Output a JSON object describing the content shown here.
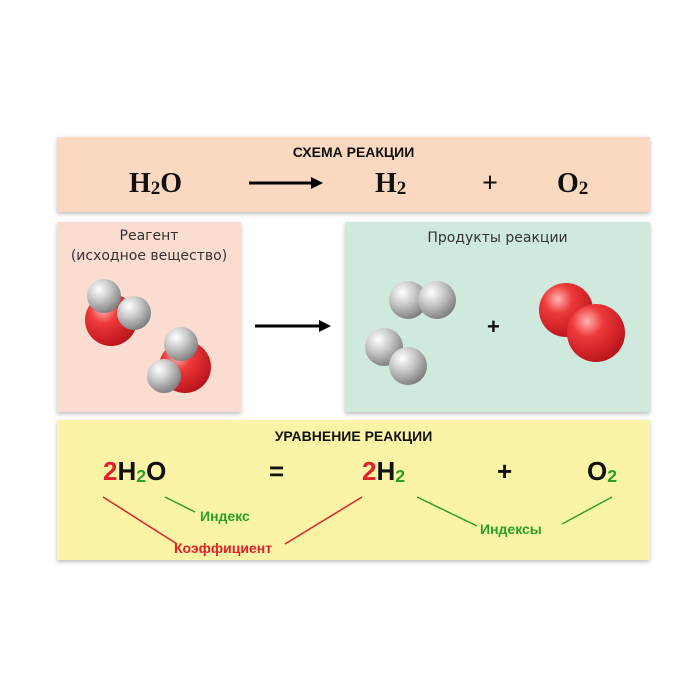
{
  "scheme": {
    "title": "СХЕМА РЕАКЦИИ",
    "h2o_main": "H",
    "h2o_sub": "2",
    "h2o_end": "O",
    "h2_main": "H",
    "h2_sub": "2",
    "plus": "+",
    "o2_main": "O",
    "o2_sub": "2"
  },
  "reagent": {
    "line1": "Реагент",
    "line2": "(исходное вещество)"
  },
  "products": {
    "label": "Продукты реакции",
    "plus": "+"
  },
  "equation": {
    "title": "УРАВНЕНИЕ РЕАКЦИИ",
    "coef1": "2",
    "h1": "H",
    "sub1": "2",
    "o1": "O",
    "equals": "=",
    "coef2": "2",
    "h2": "H",
    "sub2": "2",
    "plus": "+",
    "o2": "O",
    "sub3": "2",
    "label_index": "Индекс",
    "label_coefficient": "Коэффициент",
    "label_indices": "Индексы"
  },
  "colors": {
    "coefficient": "#e0202a",
    "index": "#2aa02a"
  }
}
